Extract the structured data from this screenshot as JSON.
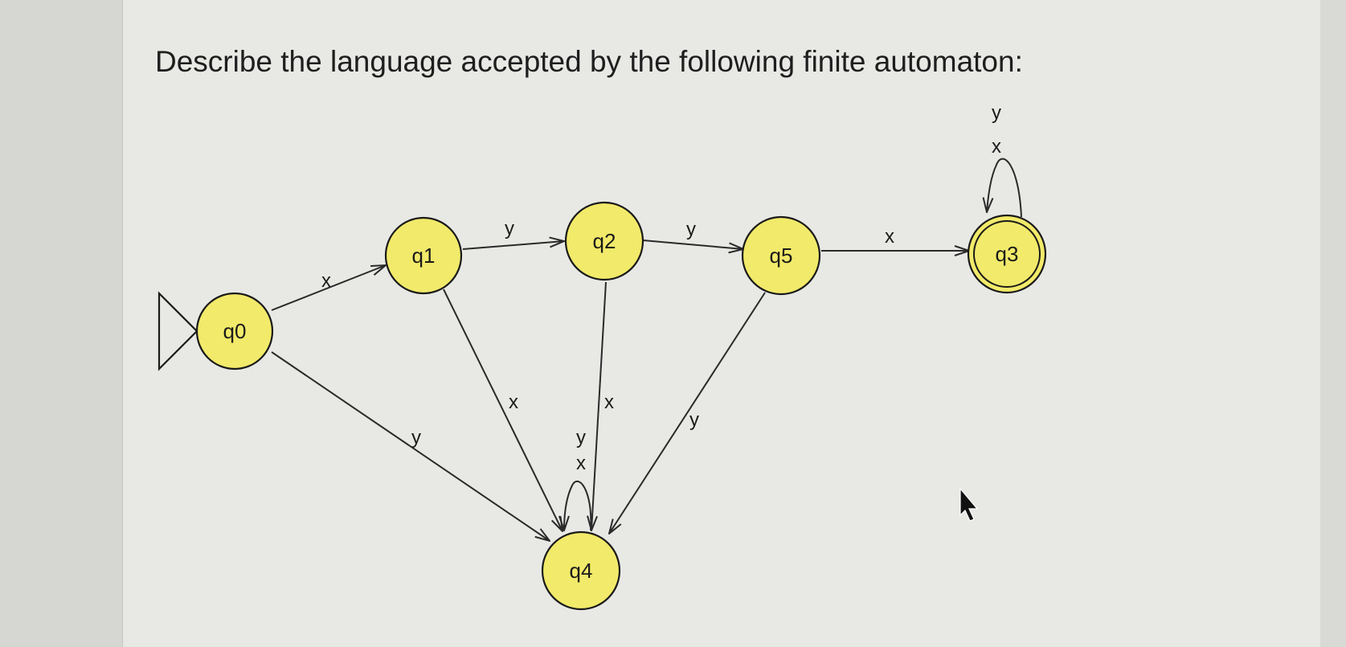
{
  "question": "Describe the language accepted by the following finite automaton:",
  "automaton": {
    "start_state": "q0",
    "accepting_states": [
      "q3"
    ],
    "states": [
      {
        "id": "q0",
        "label": "q0"
      },
      {
        "id": "q1",
        "label": "q1"
      },
      {
        "id": "q2",
        "label": "q2"
      },
      {
        "id": "q5",
        "label": "q5"
      },
      {
        "id": "q3",
        "label": "q3"
      },
      {
        "id": "q4",
        "label": "q4"
      }
    ],
    "transitions": [
      {
        "from": "q0",
        "to": "q1",
        "label": "x"
      },
      {
        "from": "q0",
        "to": "q4",
        "label": "y"
      },
      {
        "from": "q1",
        "to": "q2",
        "label": "y"
      },
      {
        "from": "q1",
        "to": "q4",
        "label": "x"
      },
      {
        "from": "q2",
        "to": "q5",
        "label": "y"
      },
      {
        "from": "q2",
        "to": "q4",
        "label": "x"
      },
      {
        "from": "q5",
        "to": "q3",
        "label": "x"
      },
      {
        "from": "q5",
        "to": "q4",
        "label": "y"
      },
      {
        "from": "q3",
        "to": "q3",
        "label_top": "y",
        "label_bottom": "x"
      },
      {
        "from": "q4",
        "to": "q4",
        "label_top": "y",
        "label_bottom": "x"
      }
    ]
  },
  "colors": {
    "state_fill": "#f2ea6a",
    "stroke": "#1a1a1a"
  }
}
